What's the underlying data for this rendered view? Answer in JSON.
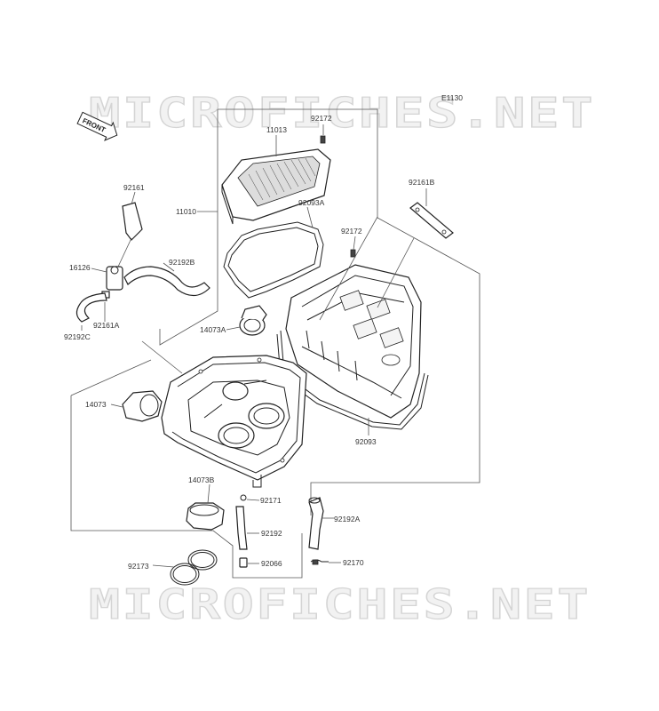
{
  "watermark": "MICROFICHES.NET",
  "figure_code": "E1130",
  "front_tag": "FRONT",
  "part_numbers": {
    "p92172_top": "92172",
    "p11013": "11013",
    "p11010": "11010",
    "p92093A": "92093A",
    "p92161": "92161",
    "p92161B": "92161B",
    "p92172_mid": "92172",
    "p92192B": "92192B",
    "p16126": "16126",
    "p92161A": "92161A",
    "p92192C": "92192C",
    "p14073A": "14073A",
    "p14073": "14073",
    "p92093": "92093",
    "p14073B": "14073B",
    "p92171": "92171",
    "p92192A": "92192A",
    "p92192": "92192",
    "p92173": "92173",
    "p92066": "92066",
    "p92170": "92170"
  }
}
